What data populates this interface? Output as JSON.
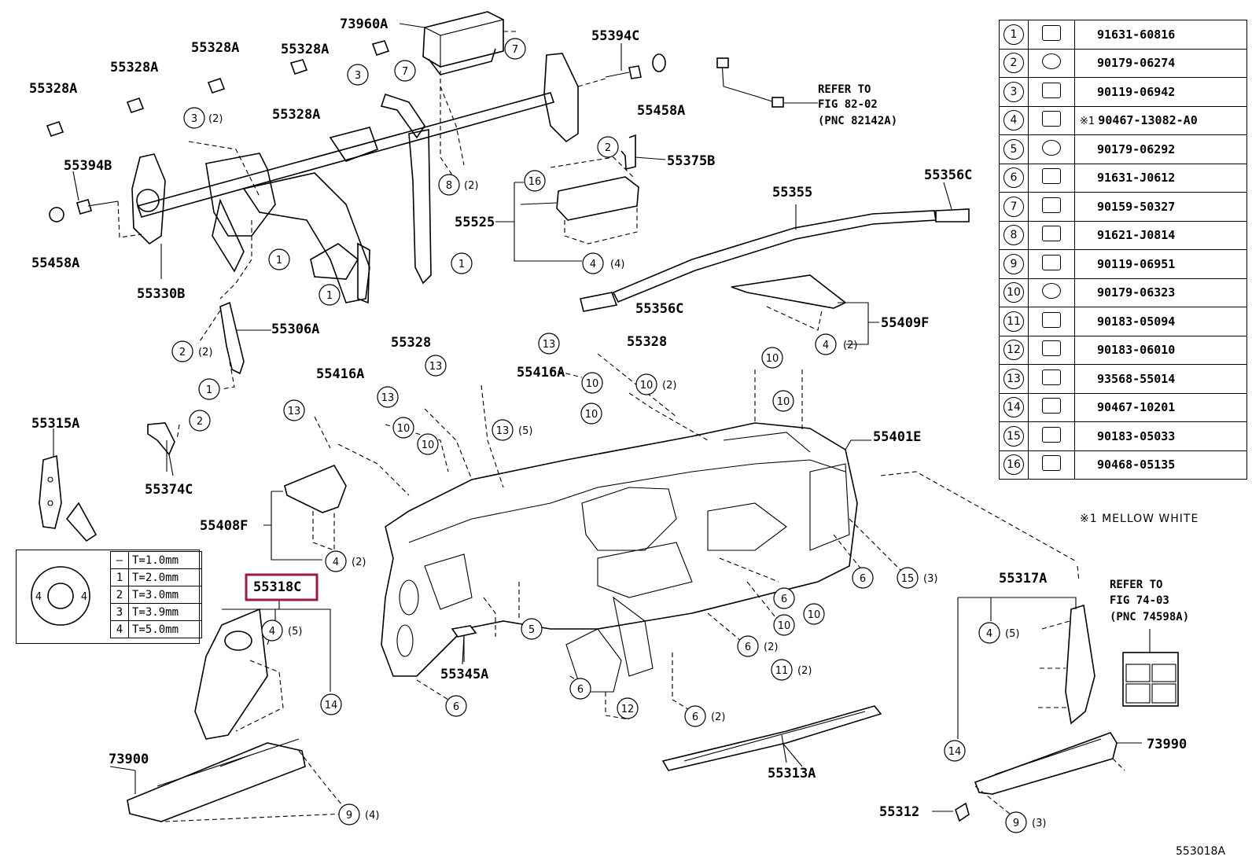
{
  "callouts": {
    "p73960A": "73960A",
    "p55328A_1": "55328A",
    "p55328A_2": "55328A",
    "p55328A_3": "55328A",
    "p55328A_4": "55328A",
    "p55328A_5": "55328A",
    "p55394C": "55394C",
    "p55458A_1": "55458A",
    "p55394B": "55394B",
    "p55458A_2": "55458A",
    "p55330B": "55330B",
    "p55375B": "55375B",
    "p55525": "55525",
    "p55355": "55355",
    "p55356C_1": "55356C",
    "p55356C_2": "55356C",
    "p55409F": "55409F",
    "p55306A": "55306A",
    "p55328_1": "55328",
    "p55328_2": "55328",
    "p55416A_1": "55416A",
    "p55416A_2": "55416A",
    "p55315A": "55315A",
    "p55374C": "55374C",
    "p55401E": "55401E",
    "p55408F": "55408F",
    "p55318C": "55318C",
    "p55345A": "55345A",
    "p55317A": "55317A",
    "p73900": "73900",
    "p55313A": "55313A",
    "p73990": "73990",
    "p55312": "55312"
  },
  "refer_notes": {
    "harness": [
      "REFER TO",
      "FIG 82-02",
      "(PNC 82142A)"
    ],
    "label": [
      "REFER TO",
      "FIG 74-03",
      "(PNC 74598A)"
    ]
  },
  "qty": {
    "q2": "(2)",
    "q3": "(3)",
    "q4": "(4)",
    "q5": "(5)"
  },
  "fastener_table": [
    {
      "n": "1",
      "pn": "91631-60816",
      "note": ""
    },
    {
      "n": "2",
      "pn": "90179-06274",
      "note": ""
    },
    {
      "n": "3",
      "pn": "90119-06942",
      "note": ""
    },
    {
      "n": "4",
      "pn": "90467-13082-A0",
      "note": "※1"
    },
    {
      "n": "5",
      "pn": "90179-06292",
      "note": ""
    },
    {
      "n": "6",
      "pn": "91631-J0612",
      "note": ""
    },
    {
      "n": "7",
      "pn": "90159-50327",
      "note": ""
    },
    {
      "n": "8",
      "pn": "91621-J0814",
      "note": ""
    },
    {
      "n": "9",
      "pn": "90119-06951",
      "note": ""
    },
    {
      "n": "10",
      "pn": "90179-06323",
      "note": ""
    },
    {
      "n": "11",
      "pn": "90183-05094",
      "note": ""
    },
    {
      "n": "12",
      "pn": "90183-06010",
      "note": ""
    },
    {
      "n": "13",
      "pn": "93568-55014",
      "note": ""
    },
    {
      "n": "14",
      "pn": "90467-10201",
      "note": ""
    },
    {
      "n": "15",
      "pn": "90183-05033",
      "note": ""
    },
    {
      "n": "16",
      "pn": "90468-05135",
      "note": ""
    }
  ],
  "footnote": "※1  MELLOW  WHITE",
  "thickness": [
    {
      "k": "—",
      "v": "T=1.0mm"
    },
    {
      "k": "1",
      "v": "T=2.0mm"
    },
    {
      "k": "2",
      "v": "T=3.0mm"
    },
    {
      "k": "3",
      "v": "T=3.9mm"
    },
    {
      "k": "4",
      "v": "T=5.0mm"
    }
  ],
  "washer_marks": [
    "4",
    "4"
  ],
  "figure_code": "553018A"
}
